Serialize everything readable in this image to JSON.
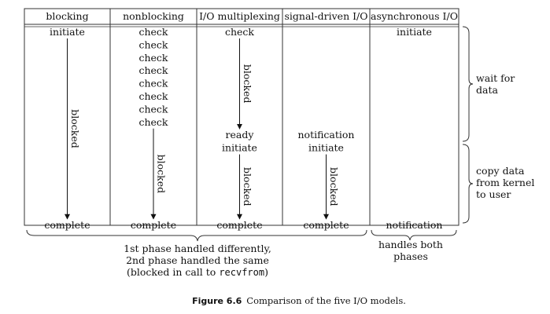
{
  "columns": [
    {
      "header": "blocking",
      "steps": [
        {
          "row": 0,
          "text": "initiate"
        },
        {
          "row": 15,
          "text": "complete"
        }
      ],
      "blocked": [
        {
          "from": 0,
          "to": 15,
          "label": "blocked"
        }
      ]
    },
    {
      "header": "nonblocking",
      "steps": [
        {
          "row": 0,
          "text": "check"
        },
        {
          "row": 1,
          "text": "check"
        },
        {
          "row": 2,
          "text": "check"
        },
        {
          "row": 3,
          "text": "check"
        },
        {
          "row": 4,
          "text": "check"
        },
        {
          "row": 5,
          "text": "check"
        },
        {
          "row": 6,
          "text": "check"
        },
        {
          "row": 7,
          "text": "check"
        },
        {
          "row": 15,
          "text": "complete"
        }
      ],
      "blocked": [
        {
          "from": 7,
          "to": 15,
          "label": "blocked"
        }
      ]
    },
    {
      "header": "I/O multiplexing",
      "steps": [
        {
          "row": 0,
          "text": "check"
        },
        {
          "row": 8,
          "text": "ready"
        },
        {
          "row": 9,
          "text": "initiate"
        },
        {
          "row": 15,
          "text": "complete"
        }
      ],
      "blocked": [
        {
          "from": 0,
          "to": 8,
          "label": "blocked"
        },
        {
          "from": 9,
          "to": 15,
          "label": "blocked"
        }
      ]
    },
    {
      "header": "signal-driven I/O",
      "steps": [
        {
          "row": 8,
          "text": "notification"
        },
        {
          "row": 9,
          "text": "initiate"
        },
        {
          "row": 15,
          "text": "complete"
        }
      ],
      "blocked": [
        {
          "from": 9,
          "to": 15,
          "label": "blocked"
        }
      ]
    },
    {
      "header": "asynchronous I/O",
      "steps": [
        {
          "row": 0,
          "text": "initiate"
        },
        {
          "row": 15,
          "text": "notification"
        }
      ],
      "blocked": []
    }
  ],
  "phases": [
    {
      "lines": [
        "wait for",
        "data"
      ]
    },
    {
      "lines": [
        "copy data",
        "from kernel",
        "to user"
      ]
    }
  ],
  "bottom_notes": {
    "left_lines": [
      "1st phase handled differently,",
      "2nd phase handled the same"
    ],
    "left_last_prefix": "(blocked in call to ",
    "left_last_code": "recvfrom",
    "left_last_suffix": ")",
    "right_lines": [
      "handles both",
      "phases"
    ]
  },
  "caption": {
    "label": "Figure 6.6",
    "text": "Comparison of the five I/O models."
  }
}
